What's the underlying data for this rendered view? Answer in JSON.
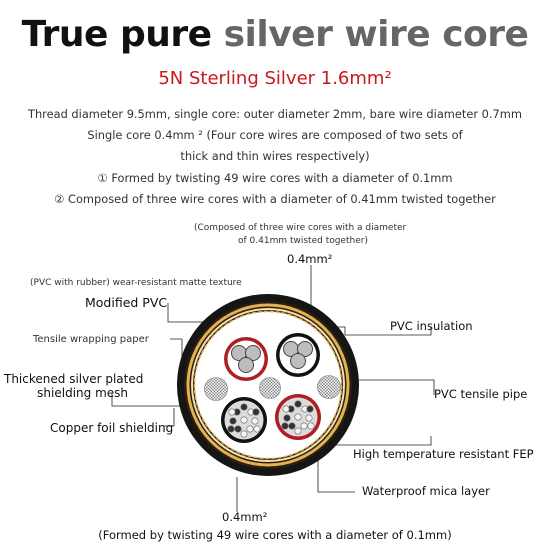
{
  "header": {
    "title_part1": "True pure ",
    "title_part2": "silver wire core",
    "subtitle": "5N Sterling Silver 1.6mm²"
  },
  "specs": [
    "Thread diameter 9.5mm, single core: outer diameter 2mm, bare wire diameter 0.7mm",
    "Single core 0.4mm ² (Four core wires are composed of two sets of",
    "thick and thin wires respectively)",
    "① Formed by twisting 49 wire cores with a diameter of 0.1mm",
    "② Composed of three wire cores with a diameter of 0.41mm twisted together"
  ],
  "diagram": {
    "top_note_line1": "(Composed of three wire cores with a diameter",
    "top_note_line2": "of 0.41mm twisted together)",
    "top_size": "0.4mm²",
    "bottom_size": "0.4mm²",
    "bottom_note": "(Formed by twisting 49 wire cores with a diameter of 0.1mm)",
    "left_labels": {
      "matte": "(PVC with rubber) wear-resistant matte texture",
      "modified_pvc": "Modified PVC",
      "tensile_paper": "Tensile wrapping paper",
      "shield_mesh_1": "Thickened silver plated",
      "shield_mesh_2": "shielding mesh",
      "copper_foil": "Copper foil shielding"
    },
    "right_labels": {
      "pvc_insulation": "PVC insulation",
      "pvc_tensile": "PVC tensile pipe",
      "fep": "High temperature resistant FEP",
      "mica": "Waterproof mica layer"
    },
    "colors": {
      "title_accent": "#c8191f",
      "outer_jacket": "#1a1a1a",
      "gold_layer": "#e2b253",
      "red_insulation": "#b01e22",
      "silver_strand": "#d8d8d8"
    }
  }
}
